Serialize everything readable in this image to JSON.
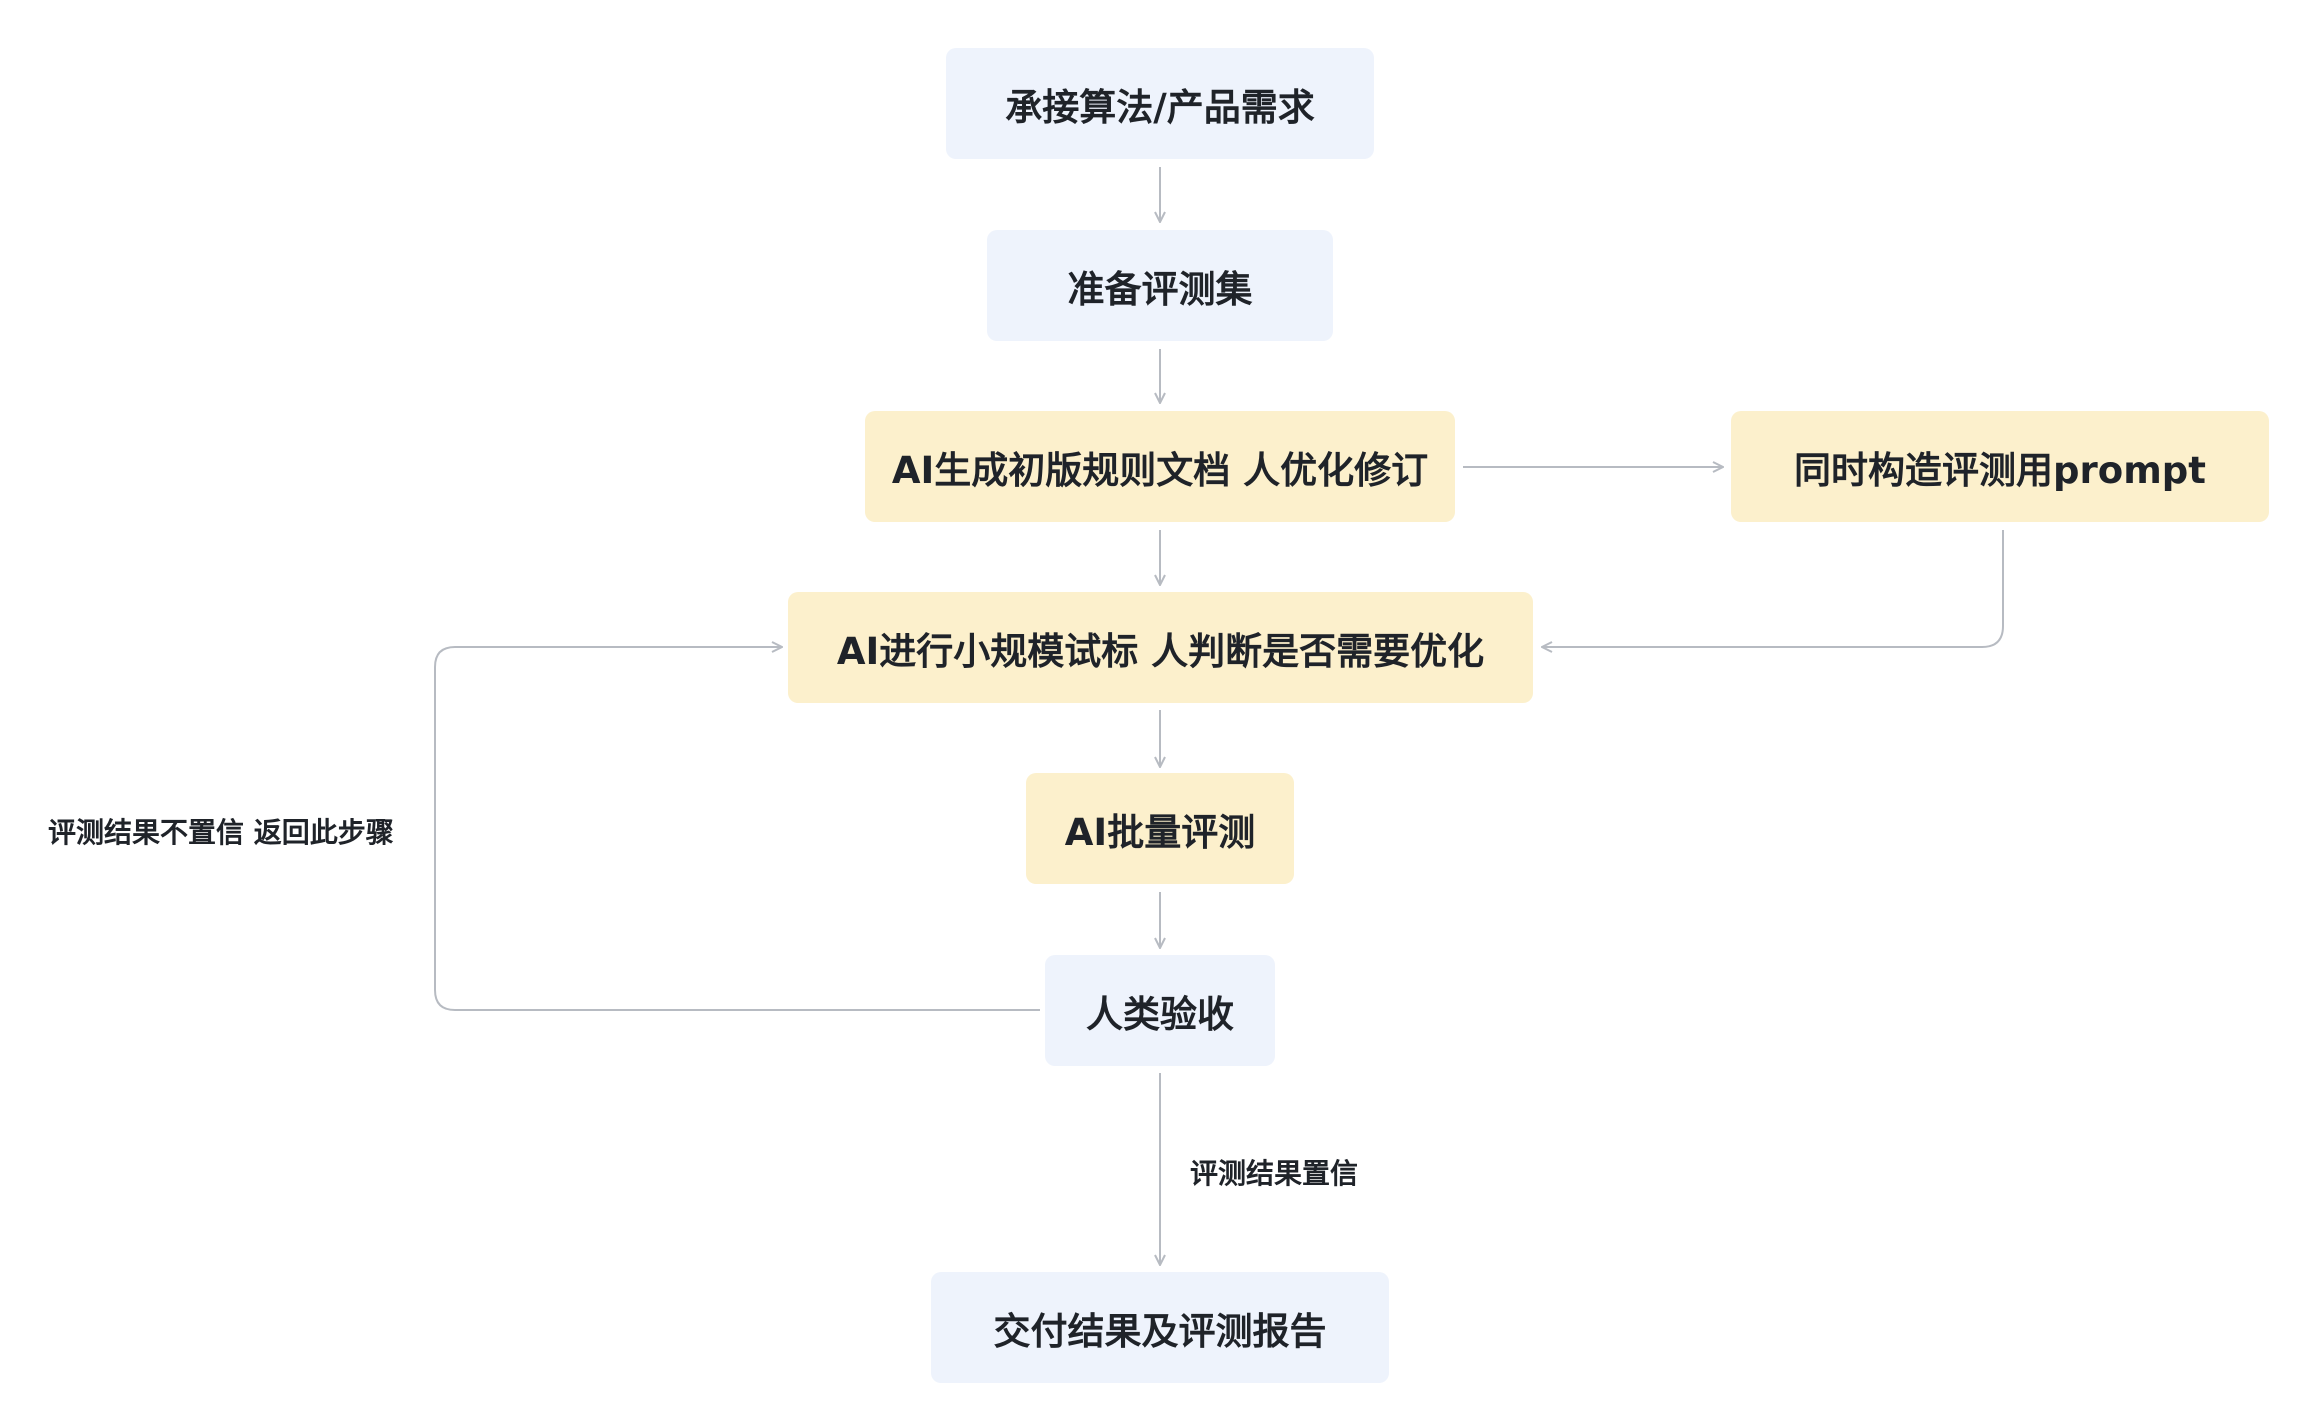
{
  "diagram": {
    "nodes": [
      {
        "id": "n1",
        "text": "承接算法/产品需求",
        "color": "#eef3fc"
      },
      {
        "id": "n2",
        "text": "准备评测集",
        "color": "#eef3fc"
      },
      {
        "id": "n3",
        "text": "AI生成初版规则文档 人优化修订",
        "color": "#fcf0cc"
      },
      {
        "id": "n4",
        "text": "同时构造评测用prompt",
        "color": "#fcf0cc"
      },
      {
        "id": "n5",
        "text": "AI进行小规模试标 人判断是否需要优化",
        "color": "#fcf0cc"
      },
      {
        "id": "n6",
        "text": "AI批量评测",
        "color": "#fcf0cc"
      },
      {
        "id": "n7",
        "text": "人类验收",
        "color": "#eef3fc"
      },
      {
        "id": "n8",
        "text": "交付结果及评测报告",
        "color": "#eef3fc"
      }
    ],
    "edges": [
      {
        "from": "n1",
        "to": "n2",
        "label": ""
      },
      {
        "from": "n2",
        "to": "n3",
        "label": ""
      },
      {
        "from": "n3",
        "to": "n4",
        "label": ""
      },
      {
        "from": "n3",
        "to": "n5",
        "label": ""
      },
      {
        "from": "n4",
        "to": "n5",
        "label": ""
      },
      {
        "from": "n5",
        "to": "n6",
        "label": ""
      },
      {
        "from": "n6",
        "to": "n7",
        "label": ""
      },
      {
        "from": "n7",
        "to": "n5",
        "label": "评测结果不置信 返回此步骤"
      },
      {
        "from": "n7",
        "to": "n8",
        "label": "评测结果置信"
      }
    ],
    "line_color": "#b7bbc2",
    "text_color": "#1f2329"
  }
}
